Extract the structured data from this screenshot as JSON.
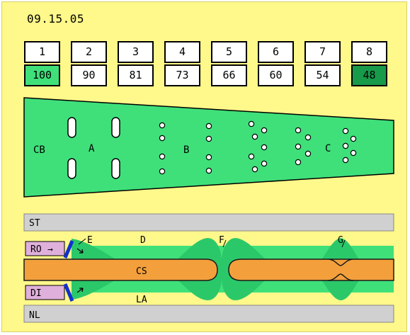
{
  "date": "09.15.05",
  "stages": [
    {
      "num": "1",
      "val": "100",
      "style": "lite"
    },
    {
      "num": "2",
      "val": "90",
      "style": "plain"
    },
    {
      "num": "3",
      "val": "81",
      "style": "plain"
    },
    {
      "num": "4",
      "val": "73",
      "style": "plain"
    },
    {
      "num": "5",
      "val": "66",
      "style": "plain"
    },
    {
      "num": "6",
      "val": "60",
      "style": "plain"
    },
    {
      "num": "7",
      "val": "54",
      "style": "plain"
    },
    {
      "num": "8",
      "val": "48",
      "style": "dark"
    }
  ],
  "plan_labels": {
    "cb": "CB",
    "a": "A",
    "b": "B",
    "c": "C"
  },
  "section_labels": {
    "st": "ST",
    "nl": "NL",
    "ro": "RO",
    "di": "DI",
    "e": "E",
    "d": "D",
    "f": "F",
    "g": "G",
    "cs": "CS",
    "la": "LA"
  },
  "colors": {
    "background": "#fff88a",
    "green": "#3fe07a",
    "dark_green": "#179a4a",
    "orange": "#f3a03c",
    "gray": "#d0d0d0",
    "purple": "#e0b0dc",
    "blue": "#1030d0"
  }
}
